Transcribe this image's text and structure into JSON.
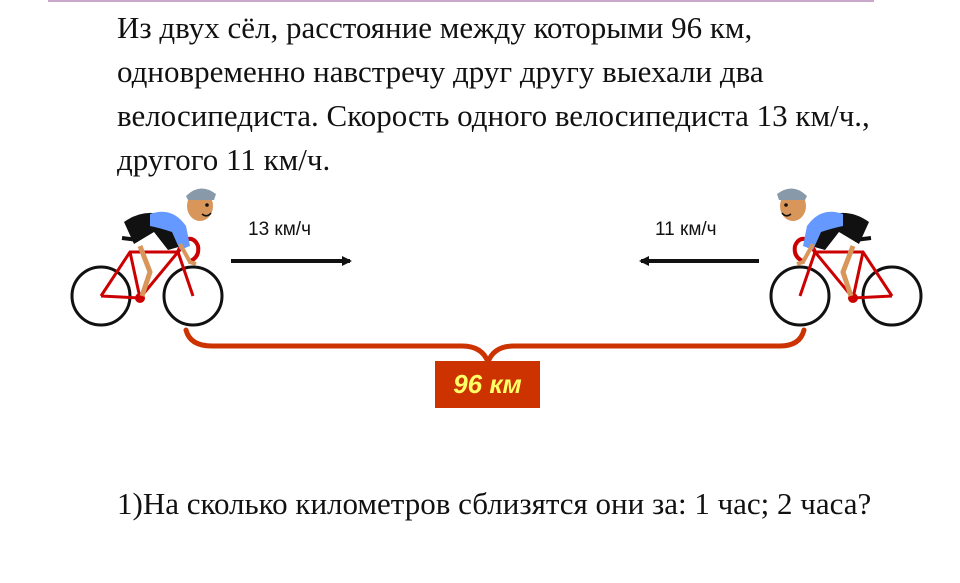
{
  "problem": {
    "text": "Из двух сёл, расстояние между которыми 96 км, одновременно навстречу друг другу выехали два велосипедиста. Скорость одного велосипедиста 13 км/ч., другого 11 км/ч."
  },
  "left_cyclist": {
    "speed_label": "13 км/ч"
  },
  "right_cyclist": {
    "speed_label": "11 км/ч"
  },
  "distance": {
    "label": "96 км"
  },
  "question": {
    "text": "1)На сколько километров сблизятся они за: 1 час; 2 часа?"
  },
  "colors": {
    "bike_frame": "#cc0000",
    "shirt": "#6699ff",
    "brace": "#cc3300",
    "badge_bg": "#cc3300",
    "badge_text": "#ffff66"
  }
}
